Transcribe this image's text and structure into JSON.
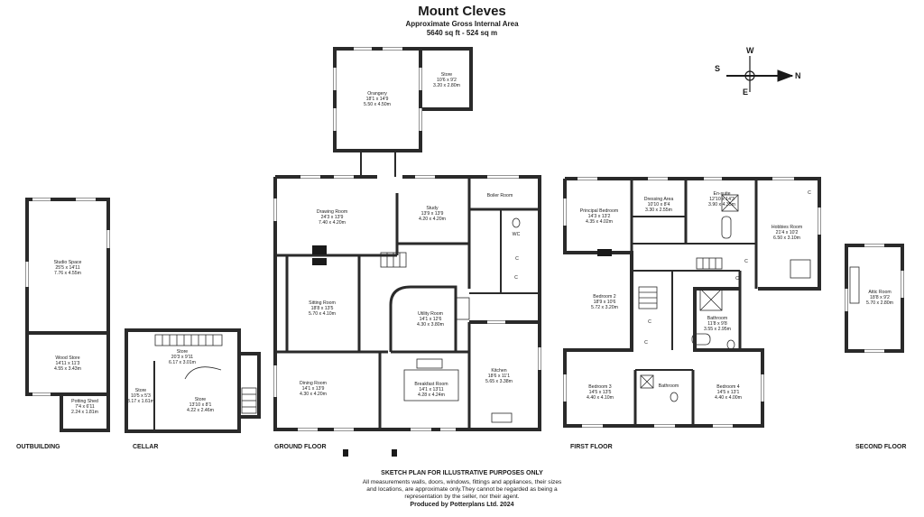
{
  "header": {
    "title": "Mount Cleves",
    "subtitle": "Approximate Gross Internal Area",
    "area": "5640 sq ft - 524 sq m"
  },
  "compass": {
    "w": "W",
    "s": "S",
    "e": "E",
    "n": "N"
  },
  "sections": {
    "outbuilding": "OUTBUILDING",
    "cellar": "CELLAR",
    "ground": "GROUND FLOOR",
    "first": "FIRST FLOOR",
    "second": "SECOND FLOOR"
  },
  "rooms": {
    "studio": {
      "name": "Studio Space",
      "imperial": "25'5 x 14'11",
      "metric": "7.76 x 4.55m"
    },
    "woodstore": {
      "name": "Wood Store",
      "imperial": "14'11 x 11'3",
      "metric": "4.55 x 3.43m"
    },
    "pottingshed": {
      "name": "Potting Shed",
      "imperial": "7'4 x 6'11",
      "metric": "2.24 x 1.81m"
    },
    "cellarstore1": {
      "name": "Store",
      "imperial": "20'3 x 9'11",
      "metric": "6.17 x 3.01m"
    },
    "cellarstore2": {
      "name": "Store",
      "imperial": "10'5 x 5'3",
      "metric": "3.17 x 1.61m"
    },
    "cellarstore3": {
      "name": "Store",
      "imperial": "13'10 x 8'1",
      "metric": "4.22 x 2.46m"
    },
    "orangery": {
      "name": "Orangery",
      "imperial": "18'1 x 14'9",
      "metric": "5.50 x 4.50m"
    },
    "orangerystore": {
      "name": "Store",
      "imperial": "10'6 x 9'2",
      "metric": "3.20 x 2.80m"
    },
    "drawing": {
      "name": "Drawing Room",
      "imperial": "24'3 x 13'9",
      "metric": "7.40 x 4.20m"
    },
    "study": {
      "name": "Study",
      "imperial": "13'9 x 13'9",
      "metric": "4.20 x 4.20m"
    },
    "boiler": {
      "name": "Boiler Room"
    },
    "wc": {
      "name": "WC"
    },
    "sitting": {
      "name": "Sitting Room",
      "imperial": "18'8 x 13'5",
      "metric": "5.70 x 4.10m"
    },
    "utility": {
      "name": "Utility Room",
      "imperial": "14'1 x 12'6",
      "metric": "4.30 x 3.80m"
    },
    "dining": {
      "name": "Dining Room",
      "imperial": "14'1 x 13'9",
      "metric": "4.30 x 4.20m"
    },
    "breakfast": {
      "name": "Breakfast Room",
      "imperial": "14'1 x 13'11",
      "metric": "4.28 x 4.24m"
    },
    "kitchen": {
      "name": "Kitchen",
      "imperial": "18'6 x 11'1",
      "metric": "5.65 x 3.38m"
    },
    "principal": {
      "name": "Principal Bedroom",
      "imperial": "14'3 x 13'2",
      "metric": "4.35 x 4.02m"
    },
    "dressing": {
      "name": "Dressing Area",
      "imperial": "10'10 x 8'4",
      "metric": "3.30 x 2.55m"
    },
    "ensuite": {
      "name": "En-suite",
      "imperial": "12'10 x 14'3",
      "metric": "3.90 x 4.35m"
    },
    "hobbies": {
      "name": "Hobbies Room",
      "imperial": "21'4 x 10'2",
      "metric": "6.50 x 3.10m"
    },
    "bed2": {
      "name": "Bedroom 2",
      "imperial": "18'9 x 10'6",
      "metric": "5.72 x 3.20m"
    },
    "bath1": {
      "name": "Bathroom",
      "imperial": "11'8 x 9'8",
      "metric": "3.55 x 2.95m"
    },
    "bed3": {
      "name": "Bedroom 3",
      "imperial": "14'5 x 13'5",
      "metric": "4.40 x 4.10m"
    },
    "bath2": {
      "name": "Bathroom"
    },
    "bed4": {
      "name": "Bedroom 4",
      "imperial": "14'5 x 13'1",
      "metric": "4.40 x 4.00m"
    },
    "attic": {
      "name": "Attic Room",
      "imperial": "18'8 x 9'2",
      "metric": "5.70 x 2.80m"
    }
  },
  "cupboard_label": "C",
  "footer": {
    "heading": "SKETCH PLAN FOR ILLUSTRATIVE PURPOSES ONLY",
    "line1": "All measurements walls, doors, windows, fittings and appliances, their sizes",
    "line2": "and locations, are approximate only.They cannot be regarded as being a",
    "line3": "representation by the seller, nor their agent.",
    "producer": "Produced by Potterplans Ltd. 2024"
  }
}
